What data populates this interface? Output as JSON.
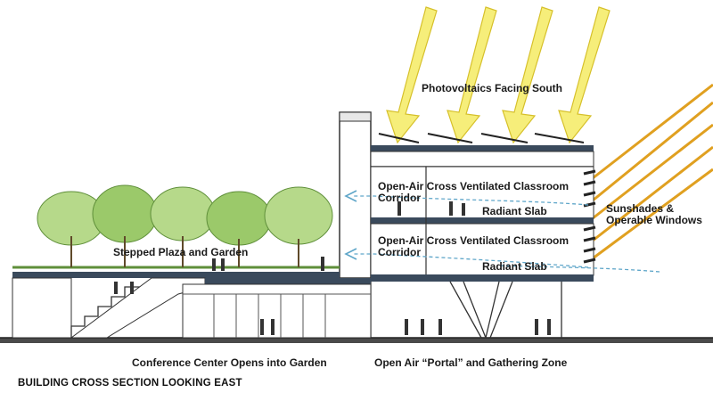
{
  "labels": {
    "photovoltaics": "Photovoltaics Facing South",
    "classroom_upper": "Open-Air Cross Ventilated Classroom",
    "corridor_upper": "Corridor",
    "radiant_upper": "Radiant Slab",
    "classroom_lower": "Open-Air Cross Ventilated Classroom",
    "corridor_lower": "Corridor",
    "radiant_lower": "Radiant Slab",
    "sunshades_line1": "Sunshades &",
    "sunshades_line2": "Operable Windows",
    "plaza": "Stepped Plaza and Garden",
    "conference": "Conference Center Opens into Garden",
    "portal": "Open Air “Portal” and Gathering Zone"
  },
  "caption": "BUILDING CROSS SECTION LOOKING EAST",
  "colors": {
    "sun_fill": "#f6ee7a",
    "sun_stroke": "#d6c02a",
    "sun_ray_orange": "#e0a020",
    "tree_green": "#9bc96a",
    "tree_dark": "#5f8f3a",
    "airflow": "#5fa6c9",
    "slab": "#3a4a5c",
    "line": "#333333",
    "ground": "#4a4a4a"
  }
}
